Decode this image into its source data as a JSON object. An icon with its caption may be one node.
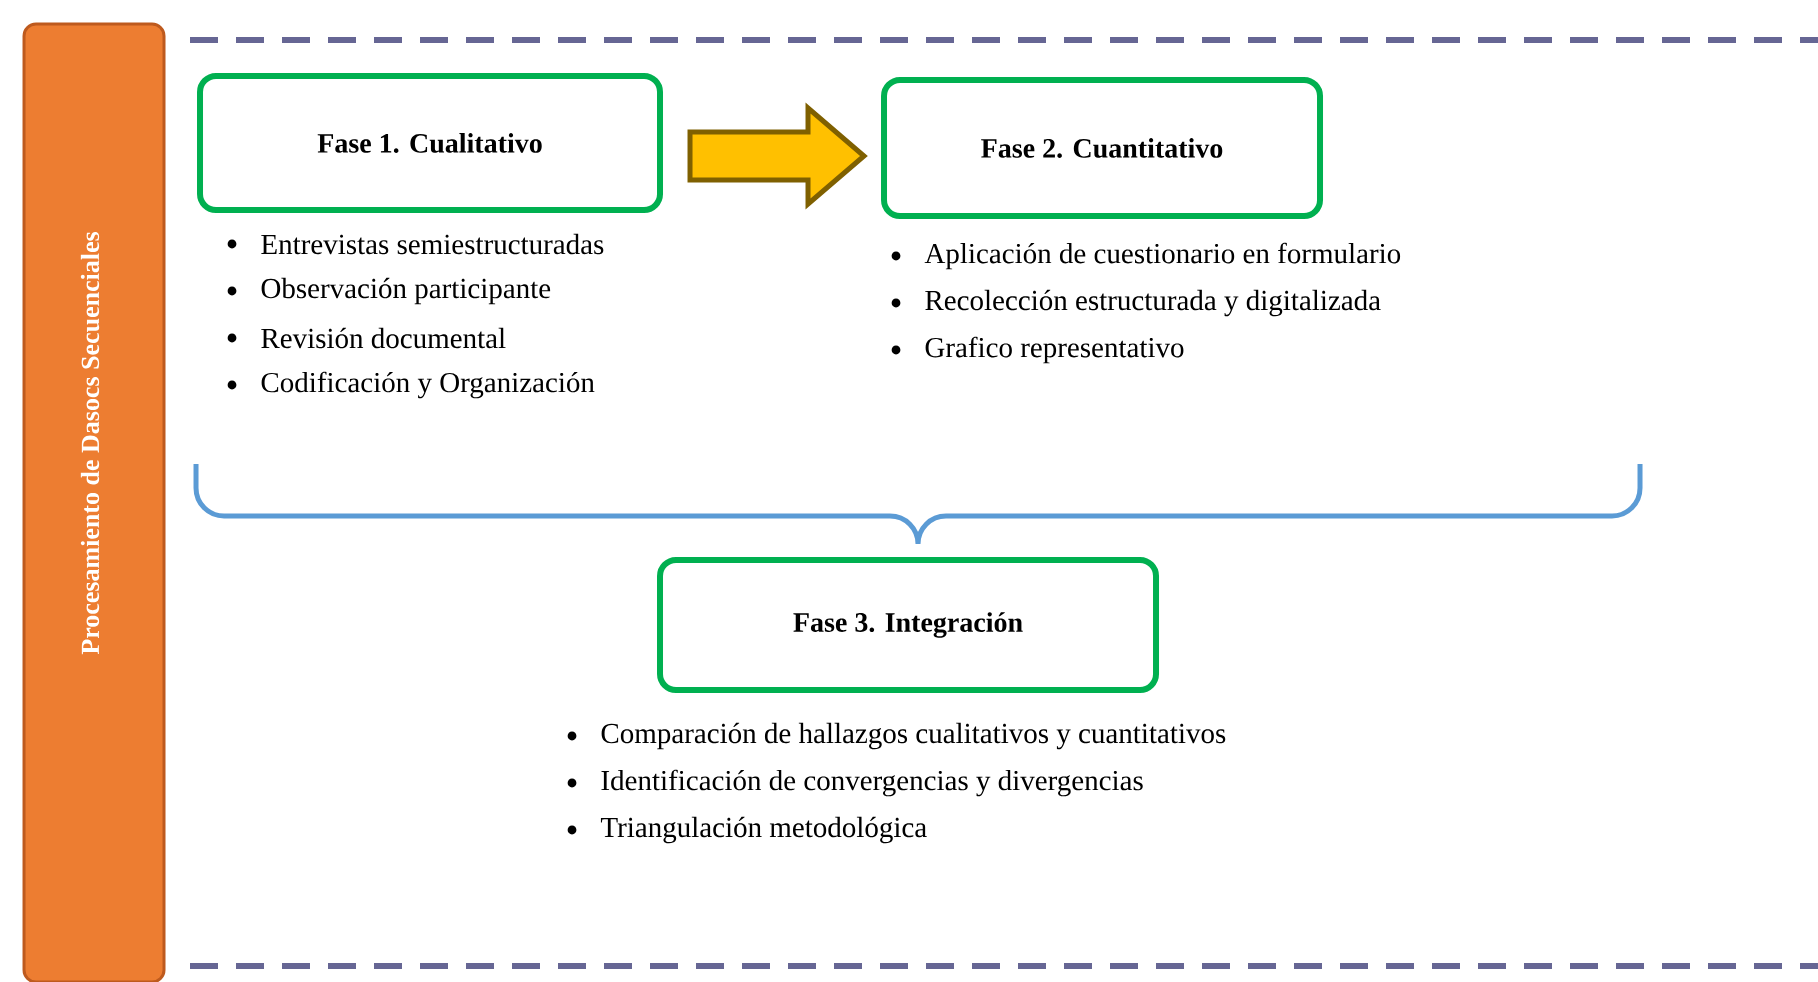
{
  "diagram": {
    "nodes": [
      {
        "text": [
          "Procesamiento de Dasocs Secuenciales"
        ]
      },
      {
        "text": [
          "Fase 1. Cualitativo"
        ],
        "beside": [
          "Entrevistas semiestructuradas",
          "Observación participante",
          "Revisión documental",
          "Codificación y Organización"
        ]
      },
      {
        "text": [
          "Fase 2. Cuantitativo"
        ],
        "beside": [
          "Aplicación de cuestionario en formulario",
          "Recolección estructurada y digitalizada",
          "Grafico representativo"
        ]
      },
      {
        "text": [
          "Fase 3. Integración"
        ],
        "beside": [
          "Comparación de hallazgos cualitativos y cuantitativos",
          "Identificación de convergencias y divergencias",
          "Triangulación metodológica"
        ]
      }
    ],
    "edges": [
      {
        "from": 1,
        "to": 2,
        "arrow": "to",
        "style": "thick",
        "color": "#ffc000"
      }
    ]
  }
}
